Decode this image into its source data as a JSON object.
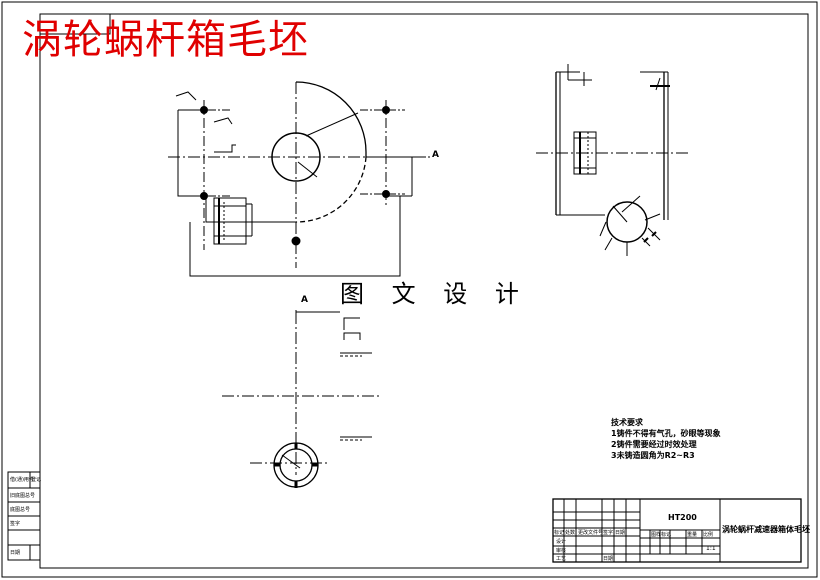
{
  "overlay_title": "涡轮蜗杆箱毛坯",
  "watermark": "图 文 设 计",
  "section_labels": {
    "top_view": "A",
    "bottom_view": "A"
  },
  "tech_requirements": {
    "heading": "技术要求",
    "items": [
      "1铸件不得有气孔，砂眼等现象",
      "2铸件需要经过时效处理",
      "3未铸造圆角为R2~R3"
    ]
  },
  "title_block": {
    "material": "HT200",
    "drawing_name": "涡轮蜗杆减速器箱体毛坯",
    "scale": "1:1",
    "row_labels": [
      "标记",
      "处数",
      "更改文件号",
      "签字",
      "日期"
    ],
    "role_labels": [
      "设计",
      "审核",
      "工艺",
      "日期"
    ],
    "header_labels": [
      "图样标记",
      "重量",
      "比例"
    ]
  },
  "side_stamp": {
    "labels": [
      "借(通)用件",
      "登记",
      "旧底图总号",
      "底图总号",
      "签字",
      "日期"
    ]
  },
  "colors": {
    "title_red": "#e00000",
    "line": "#000000",
    "paper": "#ffffff"
  }
}
